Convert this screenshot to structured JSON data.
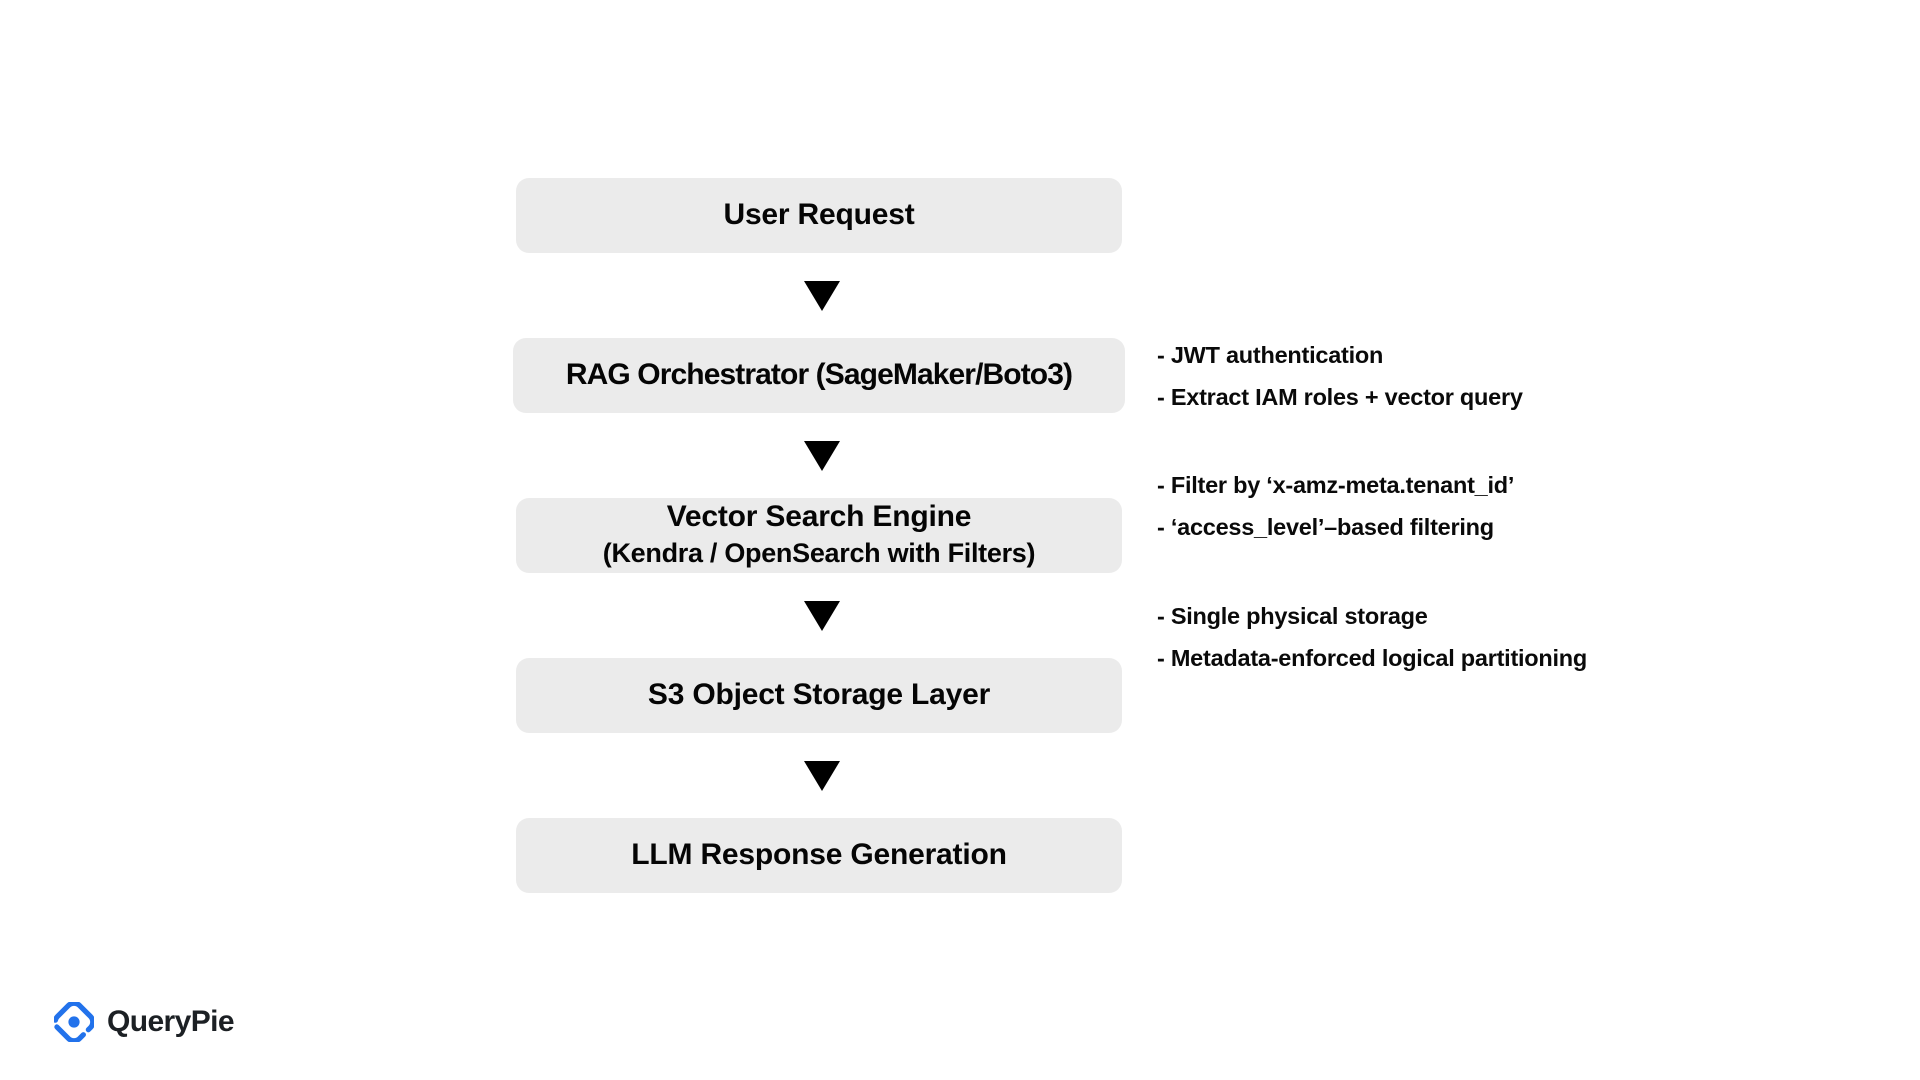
{
  "diagram": {
    "nodes": [
      {
        "id": "user-request",
        "title": "User Request",
        "subtitle": ""
      },
      {
        "id": "rag-orchestrator",
        "title": "RAG Orchestrator (SageMaker/Boto3)",
        "subtitle": ""
      },
      {
        "id": "vector-search",
        "title": "Vector Search Engine",
        "subtitle": "(Kendra / OpenSearch with Filters)"
      },
      {
        "id": "s3-storage",
        "title": "S3 Object Storage Layer",
        "subtitle": ""
      },
      {
        "id": "llm-response",
        "title": "LLM Response Generation",
        "subtitle": ""
      }
    ],
    "connector_icon": "triangle-down-icon",
    "annotations": [
      {
        "id": "rag-notes",
        "for": "rag-orchestrator",
        "lines": [
          "- JWT authentication",
          "- Extract IAM roles + vector query"
        ]
      },
      {
        "id": "vector-notes",
        "for": "vector-search",
        "lines": [
          "- Filter by ‘x-amz-meta.tenant_id’",
          "- ‘access_level’–based filtering"
        ]
      },
      {
        "id": "s3-notes",
        "for": "s3-storage",
        "lines": [
          "- Single physical storage",
          "- Metadata-enforced logical partitioning"
        ]
      }
    ],
    "colors": {
      "node_fill": "#ebebeb",
      "node_text": "#050505",
      "arrow": "#000000",
      "annotation_text": "#0a0a0a",
      "background": "#ffffff"
    }
  },
  "branding": {
    "logo_icon": "querypie-logo-icon",
    "name": "QueryPie",
    "logo_color": "#2272EB",
    "wordmark_color": "#1c2024"
  }
}
